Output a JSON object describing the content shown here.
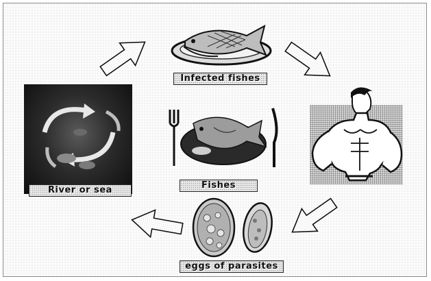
{
  "diagram": {
    "labels": {
      "infected_fishes": "Infected fishes",
      "river_or_sea": "River or sea",
      "fishes": "Fishes",
      "eggs_of_parasites": "eggs of parasites"
    },
    "icons": {
      "top": "fish-on-platter-icon",
      "left": "river-cycle-icon",
      "center": "fish-dish-icon",
      "right": "muscular-man-icon",
      "bottom": "parasite-eggs-icon"
    }
  }
}
